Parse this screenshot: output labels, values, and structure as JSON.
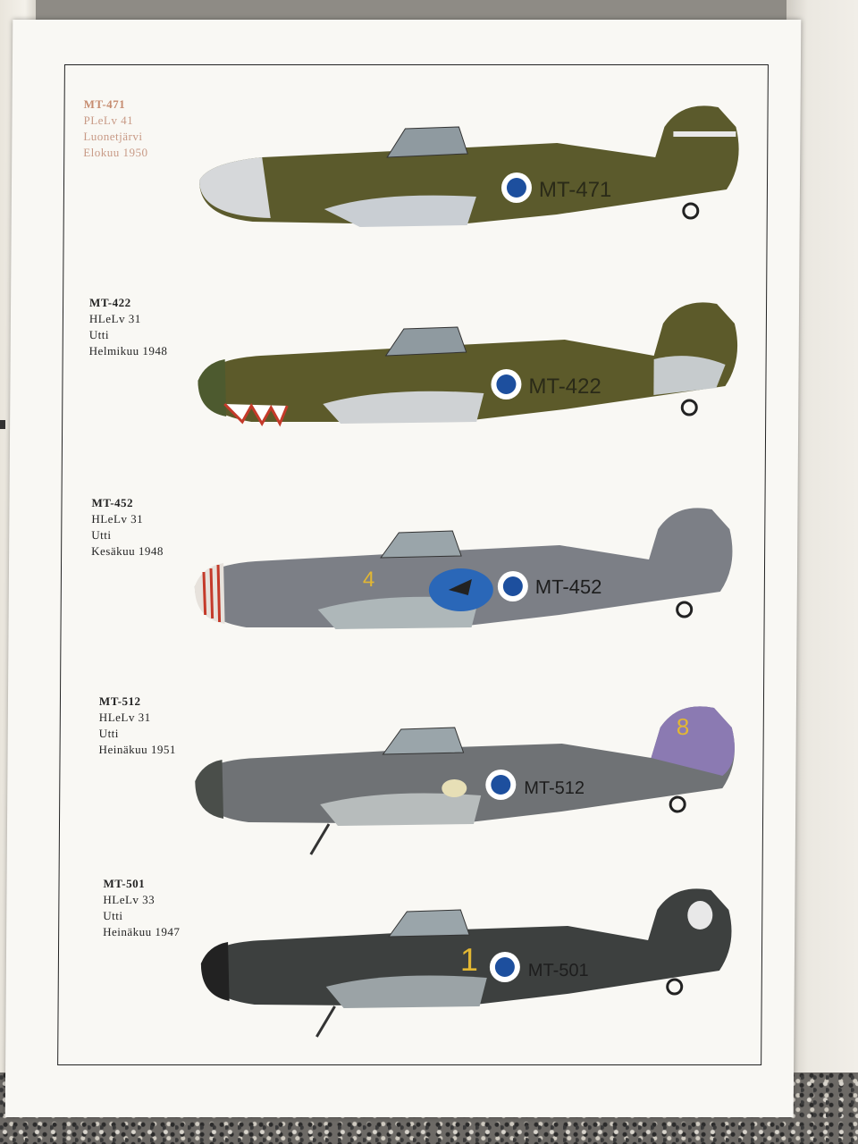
{
  "aircraft": [
    {
      "serial": "MT-471",
      "unit": "PLeLv 41",
      "location": "Luonetjärvi",
      "date": "Elokuu 1950",
      "fuselage_marking": "MT-471",
      "camo": "#5b5a2c",
      "belly": "#c9ced3",
      "nose": "#d6d8da"
    },
    {
      "serial": "MT-422",
      "unit": "HLeLv 31",
      "location": "Utti",
      "date": "Helmikuu 1948",
      "fuselage_marking": "MT-422",
      "camo": "#5c5a2a",
      "belly": "#cfd2d4",
      "nose": "#4d5a2f"
    },
    {
      "serial": "MT-452",
      "unit": "HLeLv 31",
      "location": "Utti",
      "date": "Kesäkuu 1948",
      "fuselage_marking": "MT-452",
      "camo": "#7c7f86",
      "belly": "#aeb7b9",
      "nose": "#e7e2dc"
    },
    {
      "serial": "MT-512",
      "unit": "HLeLv 31",
      "location": "Utti",
      "date": "Heinäkuu 1951",
      "fuselage_marking": "MT-512",
      "camo": "#6f7275",
      "belly": "#b7bcbc",
      "nose": "#4a4e4a",
      "tail_number": "8"
    },
    {
      "serial": "MT-501",
      "unit": "HLeLv 33",
      "location": "Utti",
      "date": "Heinäkuu 1947",
      "fuselage_marking": "MT-501",
      "camo": "#3d403f",
      "belly": "#9ba3a6",
      "nose": "#222222",
      "tail_number": "1"
    }
  ],
  "colors": {
    "roundel_blue": "#1d4f9e",
    "roundel_white": "#ffffff",
    "yellow": "#e2b733"
  }
}
